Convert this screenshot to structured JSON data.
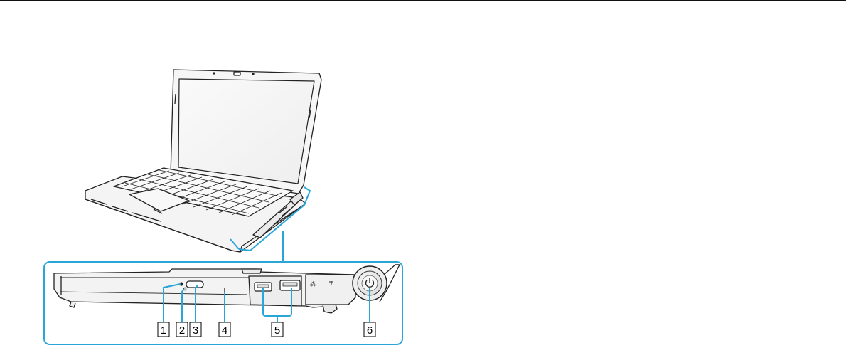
{
  "figure": {
    "callouts": [
      {
        "id": "1",
        "label": "1"
      },
      {
        "id": "2",
        "label": "2"
      },
      {
        "id": "3",
        "label": "3"
      },
      {
        "id": "4",
        "label": "4"
      },
      {
        "id": "5",
        "label": "5"
      },
      {
        "id": "6",
        "label": "6"
      }
    ],
    "colors": {
      "highlight": "#2aa5d8",
      "outline": "#222222",
      "body": "#f4f4f4"
    }
  }
}
